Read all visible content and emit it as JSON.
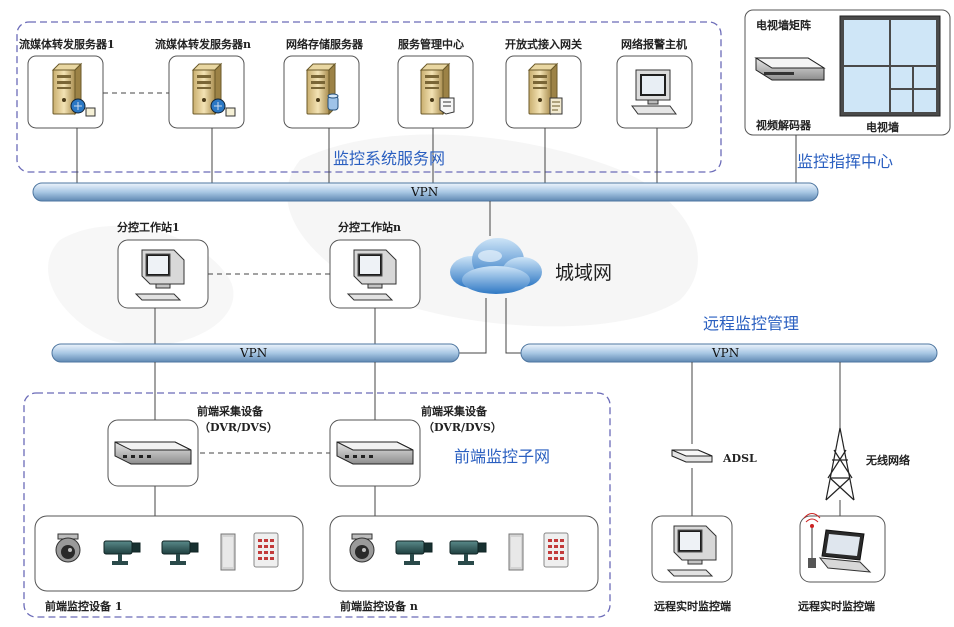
{
  "server_network": {
    "zone_label": "监控系统服务网",
    "servers": [
      {
        "label": "流媒体转发服务器1",
        "icon": "media-server-icon"
      },
      {
        "label": "流媒体转发服务器n",
        "icon": "media-server-icon"
      },
      {
        "label": "网络存储服务器",
        "icon": "storage-server-icon"
      },
      {
        "label": "服务管理中心",
        "icon": "management-server-icon"
      },
      {
        "label": "开放式接入网关",
        "icon": "gateway-server-icon"
      },
      {
        "label": "网络报警主机",
        "icon": "alarm-host-icon"
      }
    ]
  },
  "command_center": {
    "zone_label": "监控指挥中心",
    "matrix_label": "电视墙矩阵",
    "decoder_label": "视频解码器",
    "tv_wall_label": "电视墙"
  },
  "vpn_top": "VPN",
  "workstations": [
    {
      "label": "分控工作站1"
    },
    {
      "label": "分控工作站n"
    }
  ],
  "city_network": "城域网",
  "vpn_left": "VPN",
  "vpn_right": "VPN",
  "remote_management": {
    "zone_label": "远程监控管理",
    "adsl_label": "ADSL",
    "wireless_label": "无线网络",
    "client_1_label": "远程实时监控端",
    "client_2_label": "远程实时监控端"
  },
  "frontend_subnet": {
    "zone_label": "前端监控子网",
    "capture_devices": [
      {
        "line1": "前端采集设备",
        "line2": "（DVR/DVS）"
      },
      {
        "line1": "前端采集设备",
        "line2": "（DVR/DVS）"
      }
    ],
    "device_groups": [
      {
        "label": "前端监控设备 1"
      },
      {
        "label": "前端监控设备 n"
      }
    ]
  },
  "colors": {
    "zone_text": "#2a5fc0",
    "dashed_border": "#6b6bb8",
    "vpn_bar": "#a9c8e4",
    "cloud": "#4a90d0"
  }
}
